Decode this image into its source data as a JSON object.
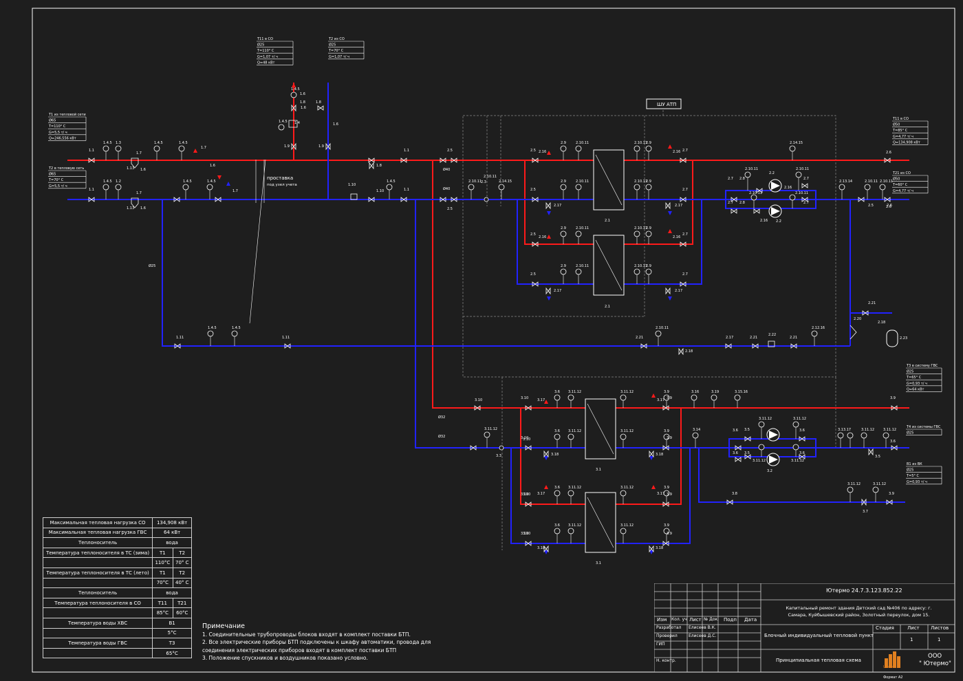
{
  "labels": {
    "shu_atp": "ШУ АТП",
    "prostavka": "проставка",
    "uzel": "под узел учета",
    "format": "Формат А2",
    "d25_bypass": "Ø25",
    "d40": "Ø40",
    "d32": "Ø32"
  },
  "pipe_callouts": [
    {
      "id": "t11_co",
      "lines": [
        "Т11 в СО",
        "Ø25",
        "Т=110°   С",
        "G=1,07 т/ ч",
        "Q=48 кВт"
      ]
    },
    {
      "id": "t2_co",
      "lines": [
        "Т2 из СО",
        "Ø25",
        "Т=70°   С",
        "G=1,07 т/ ч"
      ]
    },
    {
      "id": "t1_net",
      "lines": [
        "Т1 из тепловой сети",
        "Ø65",
        "Т=110°   С",
        "G=5,5 т/ ч",
        "Q=246,556 кВт"
      ]
    },
    {
      "id": "t2_net",
      "lines": [
        "Т2 в тепловую сеть",
        "Ø65",
        "Т=70°   С",
        "G=5,5 т/ ч"
      ]
    },
    {
      "id": "t11_co_r",
      "lines": [
        "Т11 в СО",
        "Ø50",
        "Т=85°   С",
        "G=4,77 т/ ч",
        "Q=134,908 кВт"
      ]
    },
    {
      "id": "t21_co",
      "lines": [
        "Т21 из СО",
        "Ø50",
        "Т=60°   С",
        "G=4,77 т/ ч"
      ]
    },
    {
      "id": "t3_gvs",
      "lines": [
        "Т3 в систему ГВС",
        "Ø25",
        "Т=65°   С",
        "G=0,93 т/ ч",
        "Q=64 кВт"
      ]
    },
    {
      "id": "t4_gvs",
      "lines": [
        "Т4 из системы ГВС",
        "Ø25"
      ]
    },
    {
      "id": "v1_vk",
      "lines": [
        "В1 из ВК",
        "Ø25",
        "Т=5°   С",
        "G=0,93 т/ ч"
      ]
    }
  ],
  "spec_table": {
    "rows": [
      [
        "Максимальная тепловая нагрузка СО",
        "134,908 кВт"
      ],
      [
        "Максимальная тепловая нагрузка ГВС",
        "64 кВт"
      ],
      [
        "Теплоноситель",
        "вода"
      ],
      [
        "Температура теплоносителя в ТС (зима)",
        "Т1",
        "Т2"
      ],
      [
        "",
        "110°С",
        "70° С"
      ],
      [
        "Температура теплоносителя в ТС (лето)",
        "Т1",
        "Т2"
      ],
      [
        "",
        "70°С",
        "40° С"
      ],
      [
        "Теплоноситель",
        "вода"
      ],
      [
        "Температура теплоносителя в СО",
        "Т11",
        "Т21"
      ],
      [
        "",
        "85°С",
        "60°С"
      ],
      [
        "Температура воды ХВС",
        "В1"
      ],
      [
        "",
        "5°С"
      ],
      [
        "Температура воды ГВС",
        "Т3"
      ],
      [
        "",
        "65°С"
      ]
    ]
  },
  "notes": {
    "title": "Примечание",
    "items": [
      "1. Соединительные трубопроводы блоков входят в комплект поставки БТП.",
      "2. Все электрические приборы БТП подключены к шкафу автоматики, провода для соединения электрических приборов входят в комплект поставки БТП",
      "3. Положение спускников и воздушников показано условно."
    ]
  },
  "stamp": {
    "code": "Ютермо 24.7.3.123.852.22",
    "object": "Капитальный ремонт здания Детский сад №406 по адресу: г. Самара, Куйбышевский район, Золотный переулок, дом 15.",
    "title": "Блочный индивидуальный тепловой пункт",
    "sheet_title": "Принципиальная тепловая схема",
    "headers": [
      "Изм",
      "Кол. уч",
      "Лист",
      "№ Док.",
      "Подп",
      "Дата"
    ],
    "roles": [
      "Разработал",
      "Проверил",
      "ГИП",
      "",
      "Н. контр."
    ],
    "names": [
      "Елисеев В.К.",
      "Елисеев Д.С.",
      "",
      "",
      ""
    ],
    "stage_h": "Стадия",
    "sheet_h": "Лист",
    "sheets_h": "Листов",
    "sheet_v": "1",
    "sheets_v": "1",
    "company_l1": "ООО",
    "company_l2": "\" Ютермо\"",
    "logo": "Utermo"
  }
}
